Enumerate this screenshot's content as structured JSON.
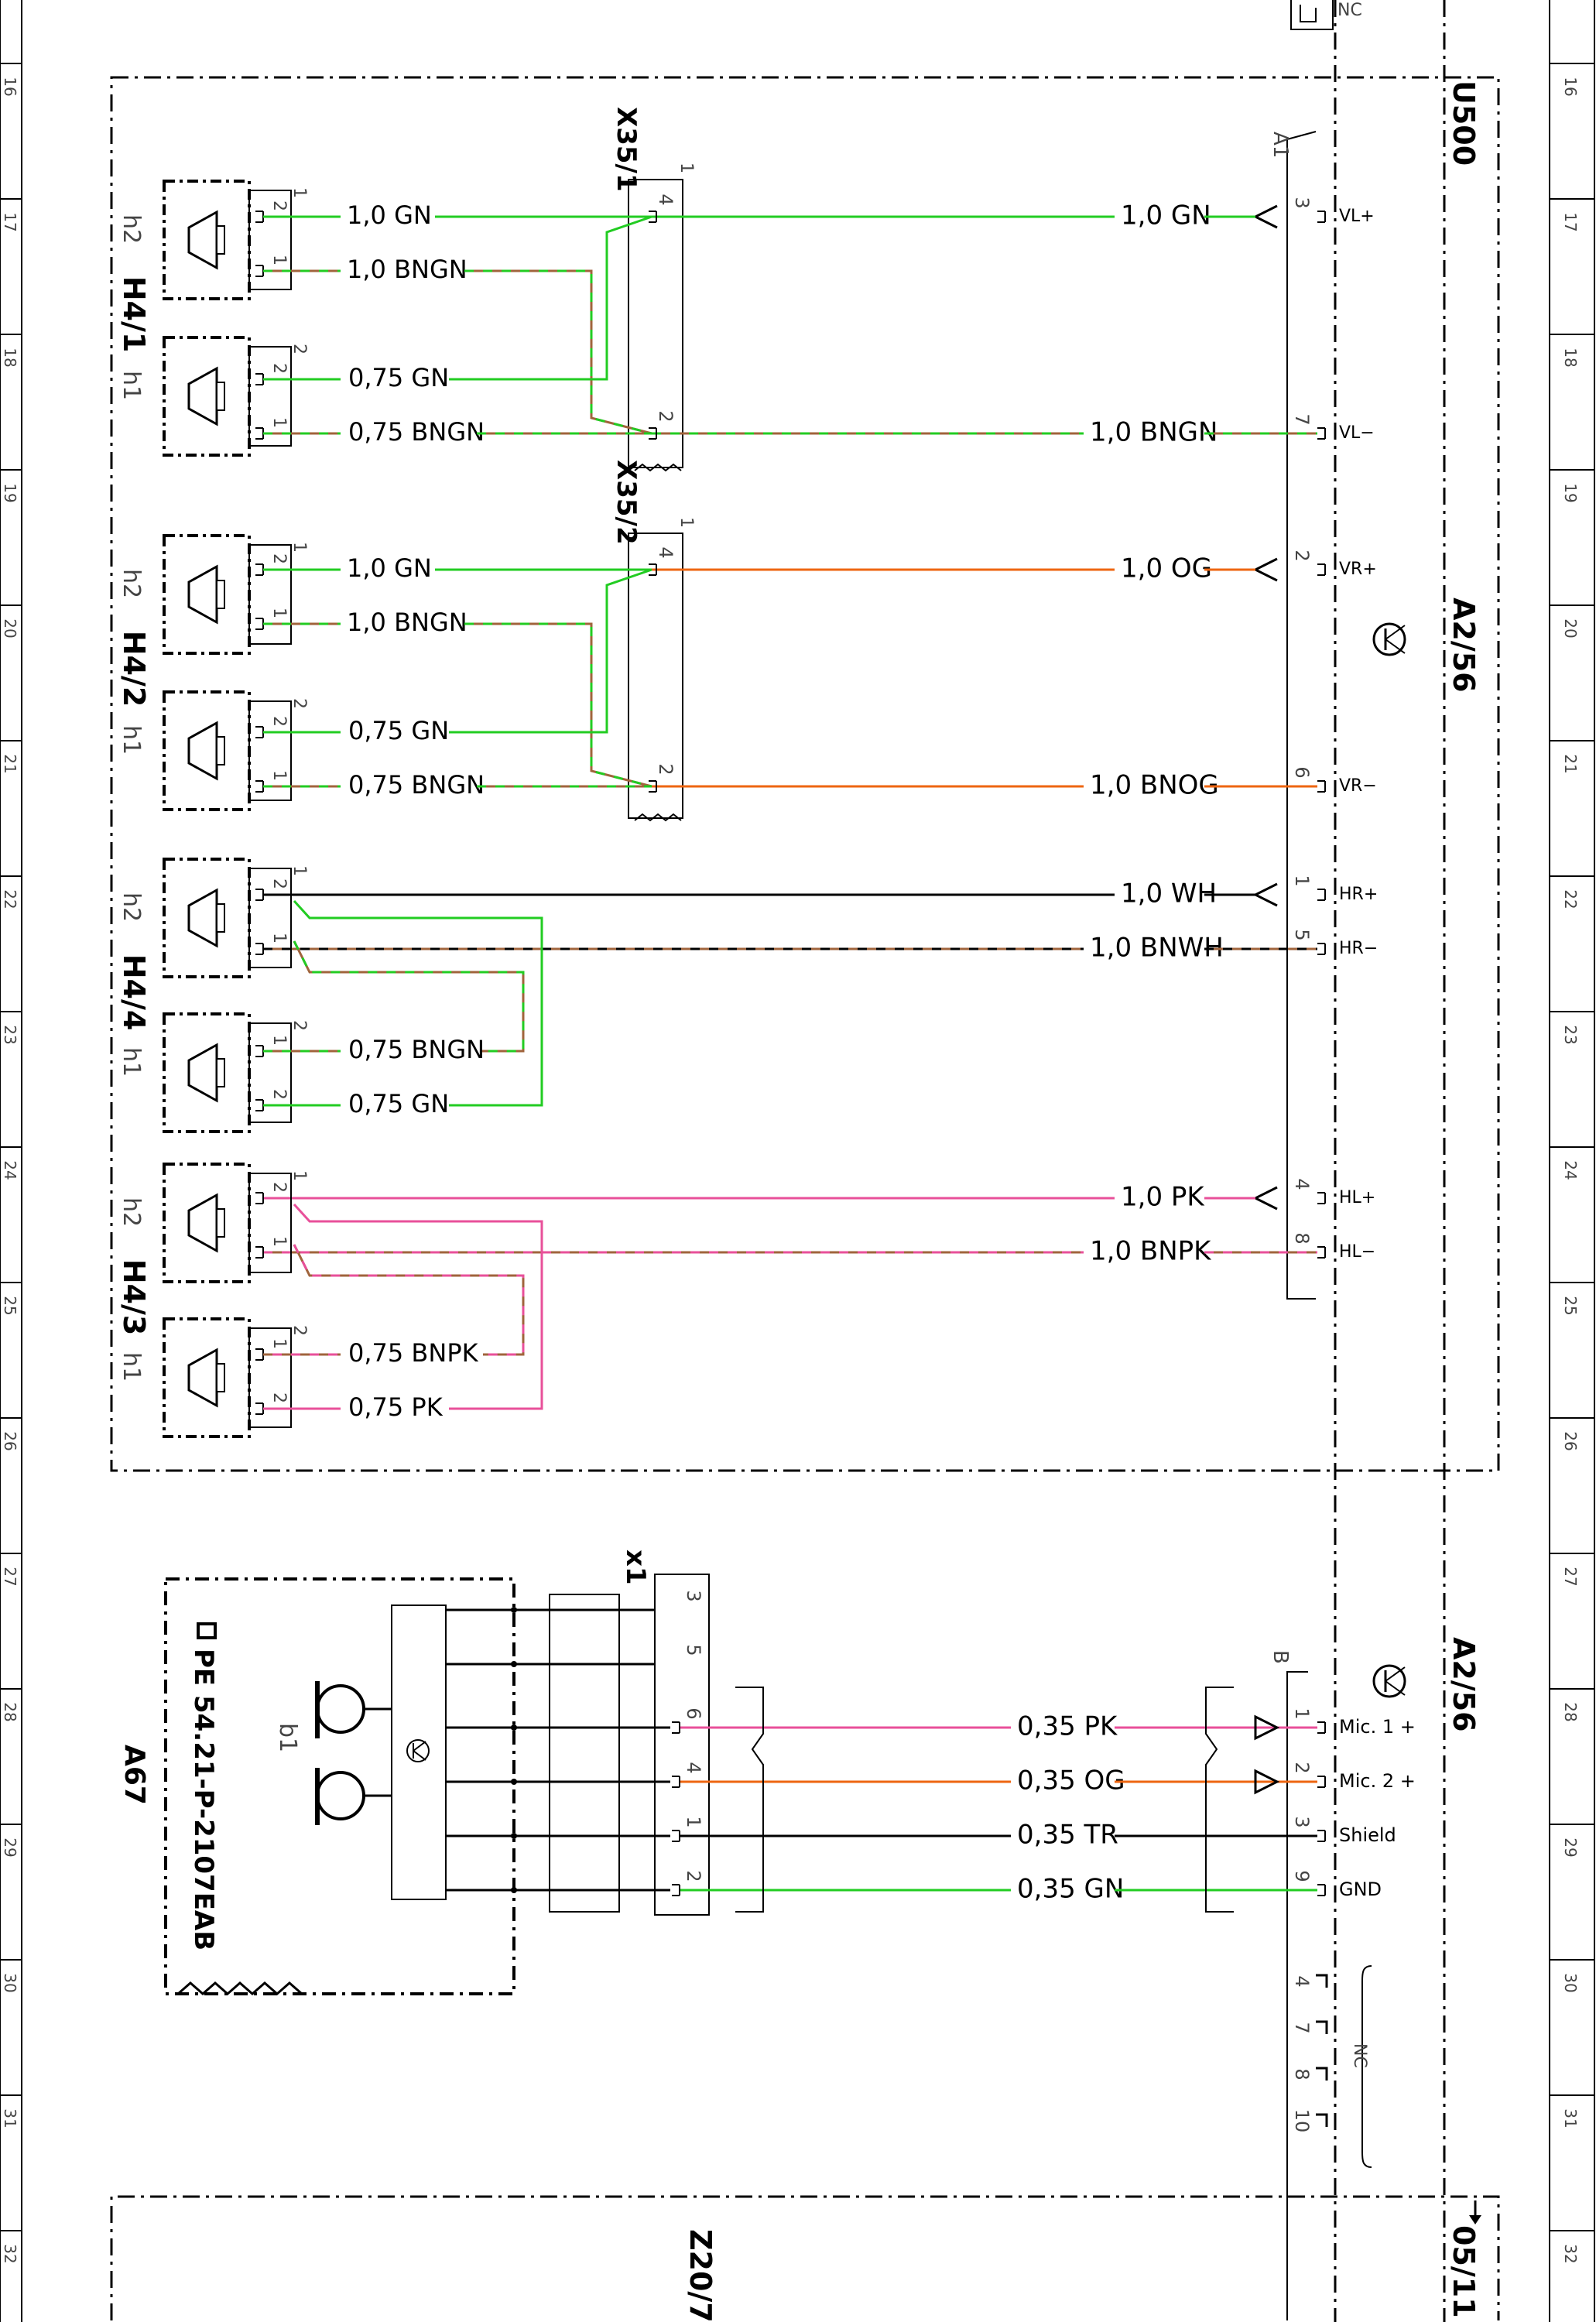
{
  "zones": [
    "16",
    "17",
    "18",
    "19",
    "20",
    "21",
    "22",
    "23",
    "24",
    "25",
    "26",
    "27",
    "28",
    "29",
    "30",
    "31",
    "32"
  ],
  "labels": {
    "u500": "U500",
    "a2_56_top": "A2/56",
    "a2_56_bottom": "A2/56",
    "a1": "A1",
    "b_conn": "B",
    "x35_1": "X35/1",
    "x35_2": "X35/2",
    "x1": "x1",
    "h4_1": "H4/1",
    "h4_2": "H4/2",
    "h4_4": "H4/4",
    "h4_3": "H4/3",
    "h1": "h1",
    "h2": "h2",
    "b1": "b1",
    "a67": "A67",
    "pe_ref": "PE 54.21-P-2107EAB",
    "z20_7": "Z20/7",
    "page_ref": "05/11",
    "nc_top": "NC",
    "nc_group": "NC"
  },
  "a1_pins": [
    {
      "pin": "3",
      "name": "VL+",
      "wire": "1,0 GN"
    },
    {
      "pin": "7",
      "name": "VL−",
      "wire": "1,0 BNGN"
    },
    {
      "pin": "2",
      "name": "VR+",
      "wire": "1,0 OG"
    },
    {
      "pin": "6",
      "name": "VR−",
      "wire": "1,0 BNOG"
    },
    {
      "pin": "1",
      "name": "HR+",
      "wire": "1,0 WH"
    },
    {
      "pin": "5",
      "name": "HR−",
      "wire": "1,0 BNWH"
    },
    {
      "pin": "4",
      "name": "HL+",
      "wire": "1,0 PK"
    },
    {
      "pin": "8",
      "name": "HL−",
      "wire": "1,0 BNPK"
    }
  ],
  "speaker_wires": [
    "1,0 GN",
    "1,0 BNGN",
    "0,75 GN",
    "0,75 BNGN",
    "1,0 GN",
    "1,0 BNGN",
    "0,75 GN",
    "0,75 BNGN",
    "0,75 BNGN",
    "0,75 GN",
    "0,75 BNPK",
    "0,75 PK"
  ],
  "b_pins": [
    {
      "pin": "1",
      "name": "Mic. 1 +",
      "wire": "0,35 PK",
      "x1pin": "6"
    },
    {
      "pin": "2",
      "name": "Mic. 2 +",
      "wire": "0,35 OG",
      "x1pin": "4"
    },
    {
      "pin": "3",
      "name": "Shield",
      "wire": "0,35 TR",
      "x1pin": "1"
    },
    {
      "pin": "9",
      "name": "GND",
      "wire": "0,35 GN",
      "x1pin": "2"
    }
  ],
  "x1_pins": [
    "3",
    "5",
    "6",
    "4",
    "1",
    "2"
  ],
  "nc_pins": [
    "4",
    "7",
    "8",
    "10"
  ],
  "connector_numbers": {
    "x35_pin_top": "4",
    "x35_pin_bottom": "2",
    "x35_num": "1",
    "spk_num_1": "1",
    "spk_num_2": "2",
    "spk_pin_1": "1",
    "spk_pin_2": "2"
  },
  "colors": {
    "green": "#22cc22",
    "brown": "#a0643c",
    "orange": "#ee6611",
    "pink": "#e8509a",
    "black": "#000000",
    "dash": "#000000"
  }
}
